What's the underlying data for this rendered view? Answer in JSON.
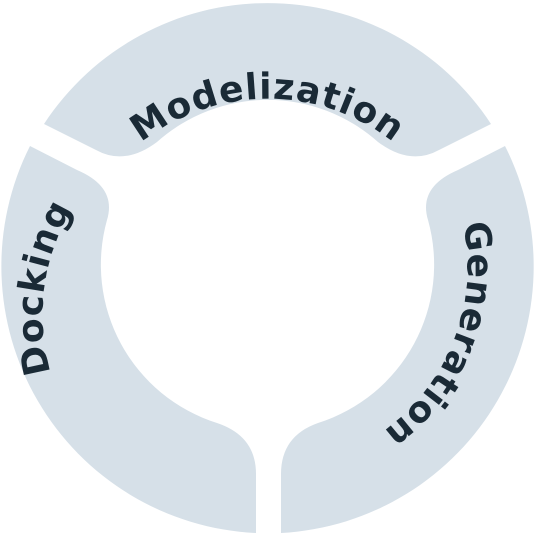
{
  "diagram": {
    "colors": {
      "segment_fill": "#d6e0e8",
      "label_text": "#1a2a36",
      "background": "#ffffff"
    },
    "segments": [
      {
        "label": "Modelization"
      },
      {
        "label": "Generation"
      },
      {
        "label": "Docking"
      }
    ]
  }
}
